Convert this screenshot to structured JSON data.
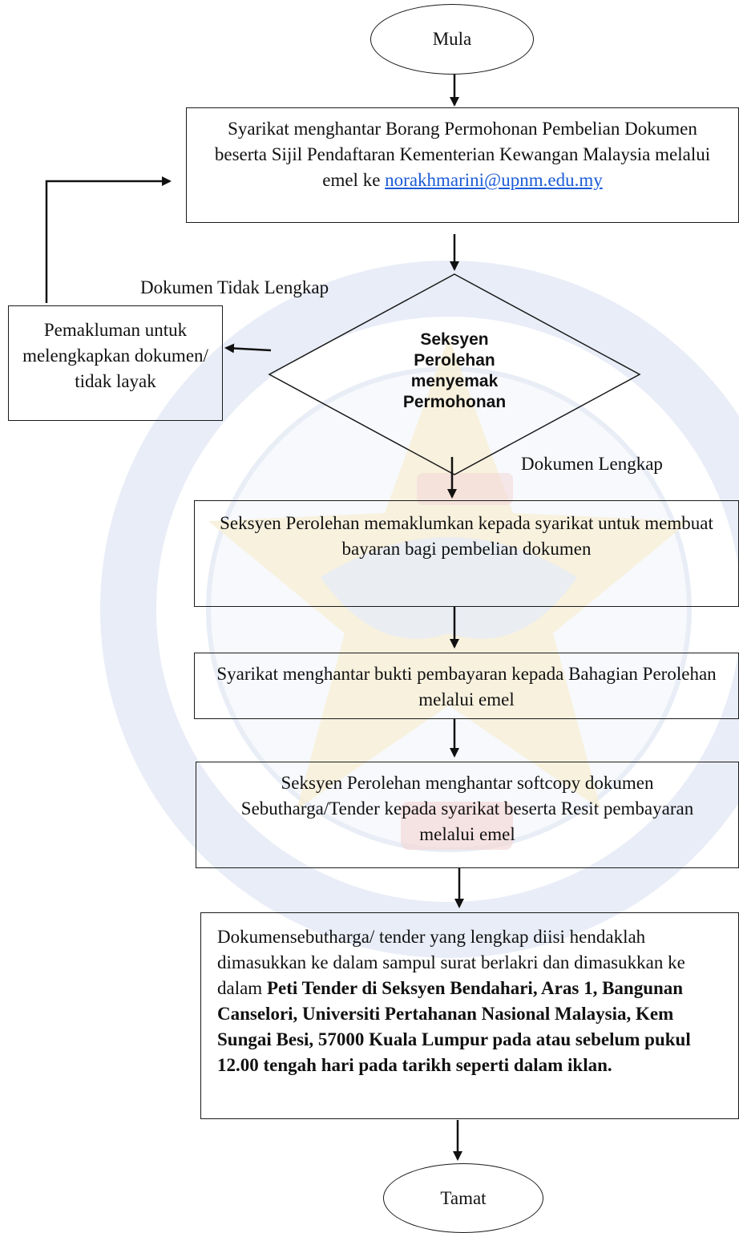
{
  "flow": {
    "start": "Mula",
    "step1": {
      "text": "Syarikat menghantar Borang Permohonan Pembelian Dokumen beserta Sijil Pendaftaran Kementerian Kewangan Malaysia melalui emel ke",
      "email": "norakhmarini@upnm.edu.my"
    },
    "decision": {
      "line1": "Seksyen",
      "line2": "Perolehan",
      "line3": "menyemak",
      "line4": "Permohonan"
    },
    "incomplete_label": "Dokumen Tidak Lengkap",
    "complete_label": "Dokumen Lengkap",
    "notify_box": "Pemakluman untuk melengkapkan dokumen/ tidak layak",
    "step2": "Seksyen Perolehan memaklumkan kepada syarikat untuk membuat bayaran bagi pembelian dokumen",
    "step3": "Syarikat menghantar bukti pembayaran kepada Bahagian Perolehan melalui emel",
    "step4": "Seksyen Perolehan menghantar softcopy dokumen Sebutharga/Tender kepada syarikat beserta Resit pembayaran melalui emel",
    "final": {
      "plain": "Dokumensebutharga/ tender yang lengkap diisi hendaklah dimasukkan ke dalam sampul surat berlakri dan dimasukkan ke dalam",
      "bold": "Peti Tender di Seksyen Bendahari, Aras 1, Bangunan Canselori, Universiti Pertahanan Nasional Malaysia, Kem Sungai Besi, 57000 Kuala Lumpur pada atau sebelum pukul 12.00 tengah hari pada tarikh seperti dalam iklan."
    },
    "end": "Tamat"
  },
  "colors": {
    "link": "#1a5bd6",
    "watermark_blue": "#d7dff0",
    "watermark_yellow": "#f3e9c6",
    "watermark_red": "#f1cccc"
  }
}
